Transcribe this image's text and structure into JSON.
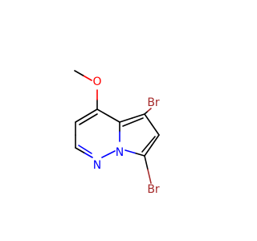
{
  "molecule": {
    "atoms": {
      "methyl": "",
      "o": "O",
      "br_top": "Br",
      "br_bottom": "Br",
      "n_ring": "N",
      "n_bridge": "N"
    },
    "colors": {
      "bond": "#000000",
      "oxygen": "#ff0000",
      "bromine": "#a52a2a",
      "nitrogen": "#0000ff"
    }
  }
}
